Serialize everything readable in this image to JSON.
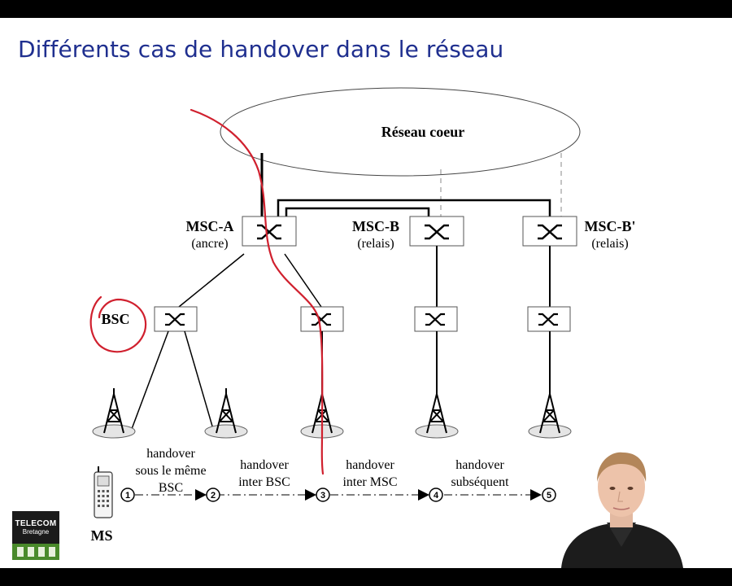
{
  "slide": {
    "title": "Différents cas de handover dans le réseau"
  },
  "diagram": {
    "core_network": "Réseau coeur",
    "msc_a": {
      "name": "MSC-A",
      "role": "(ancre)"
    },
    "msc_b": {
      "name": "MSC-B",
      "role": "(relais)"
    },
    "msc_b_prime": {
      "name": "MSC-B'",
      "role": "(relais)"
    },
    "bsc_label": "BSC",
    "ms_label": "MS",
    "steps": [
      "1",
      "2",
      "3",
      "4",
      "5"
    ],
    "handovers": [
      {
        "line1": "handover",
        "line2": "sous le même",
        "line3": "BSC"
      },
      {
        "line1": "handover",
        "line2": "inter BSC"
      },
      {
        "line1": "handover",
        "line2": "inter MSC"
      },
      {
        "line1": "handover",
        "line2": "subséquent"
      }
    ]
  },
  "logo": {
    "name": "TELECOM",
    "subtitle": "Bretagne"
  },
  "colors": {
    "title": "#1f2f8f",
    "annotation": "#d0202e",
    "logo_bg": "#1b1b1b",
    "logo_accent": "#4a8a2b"
  }
}
